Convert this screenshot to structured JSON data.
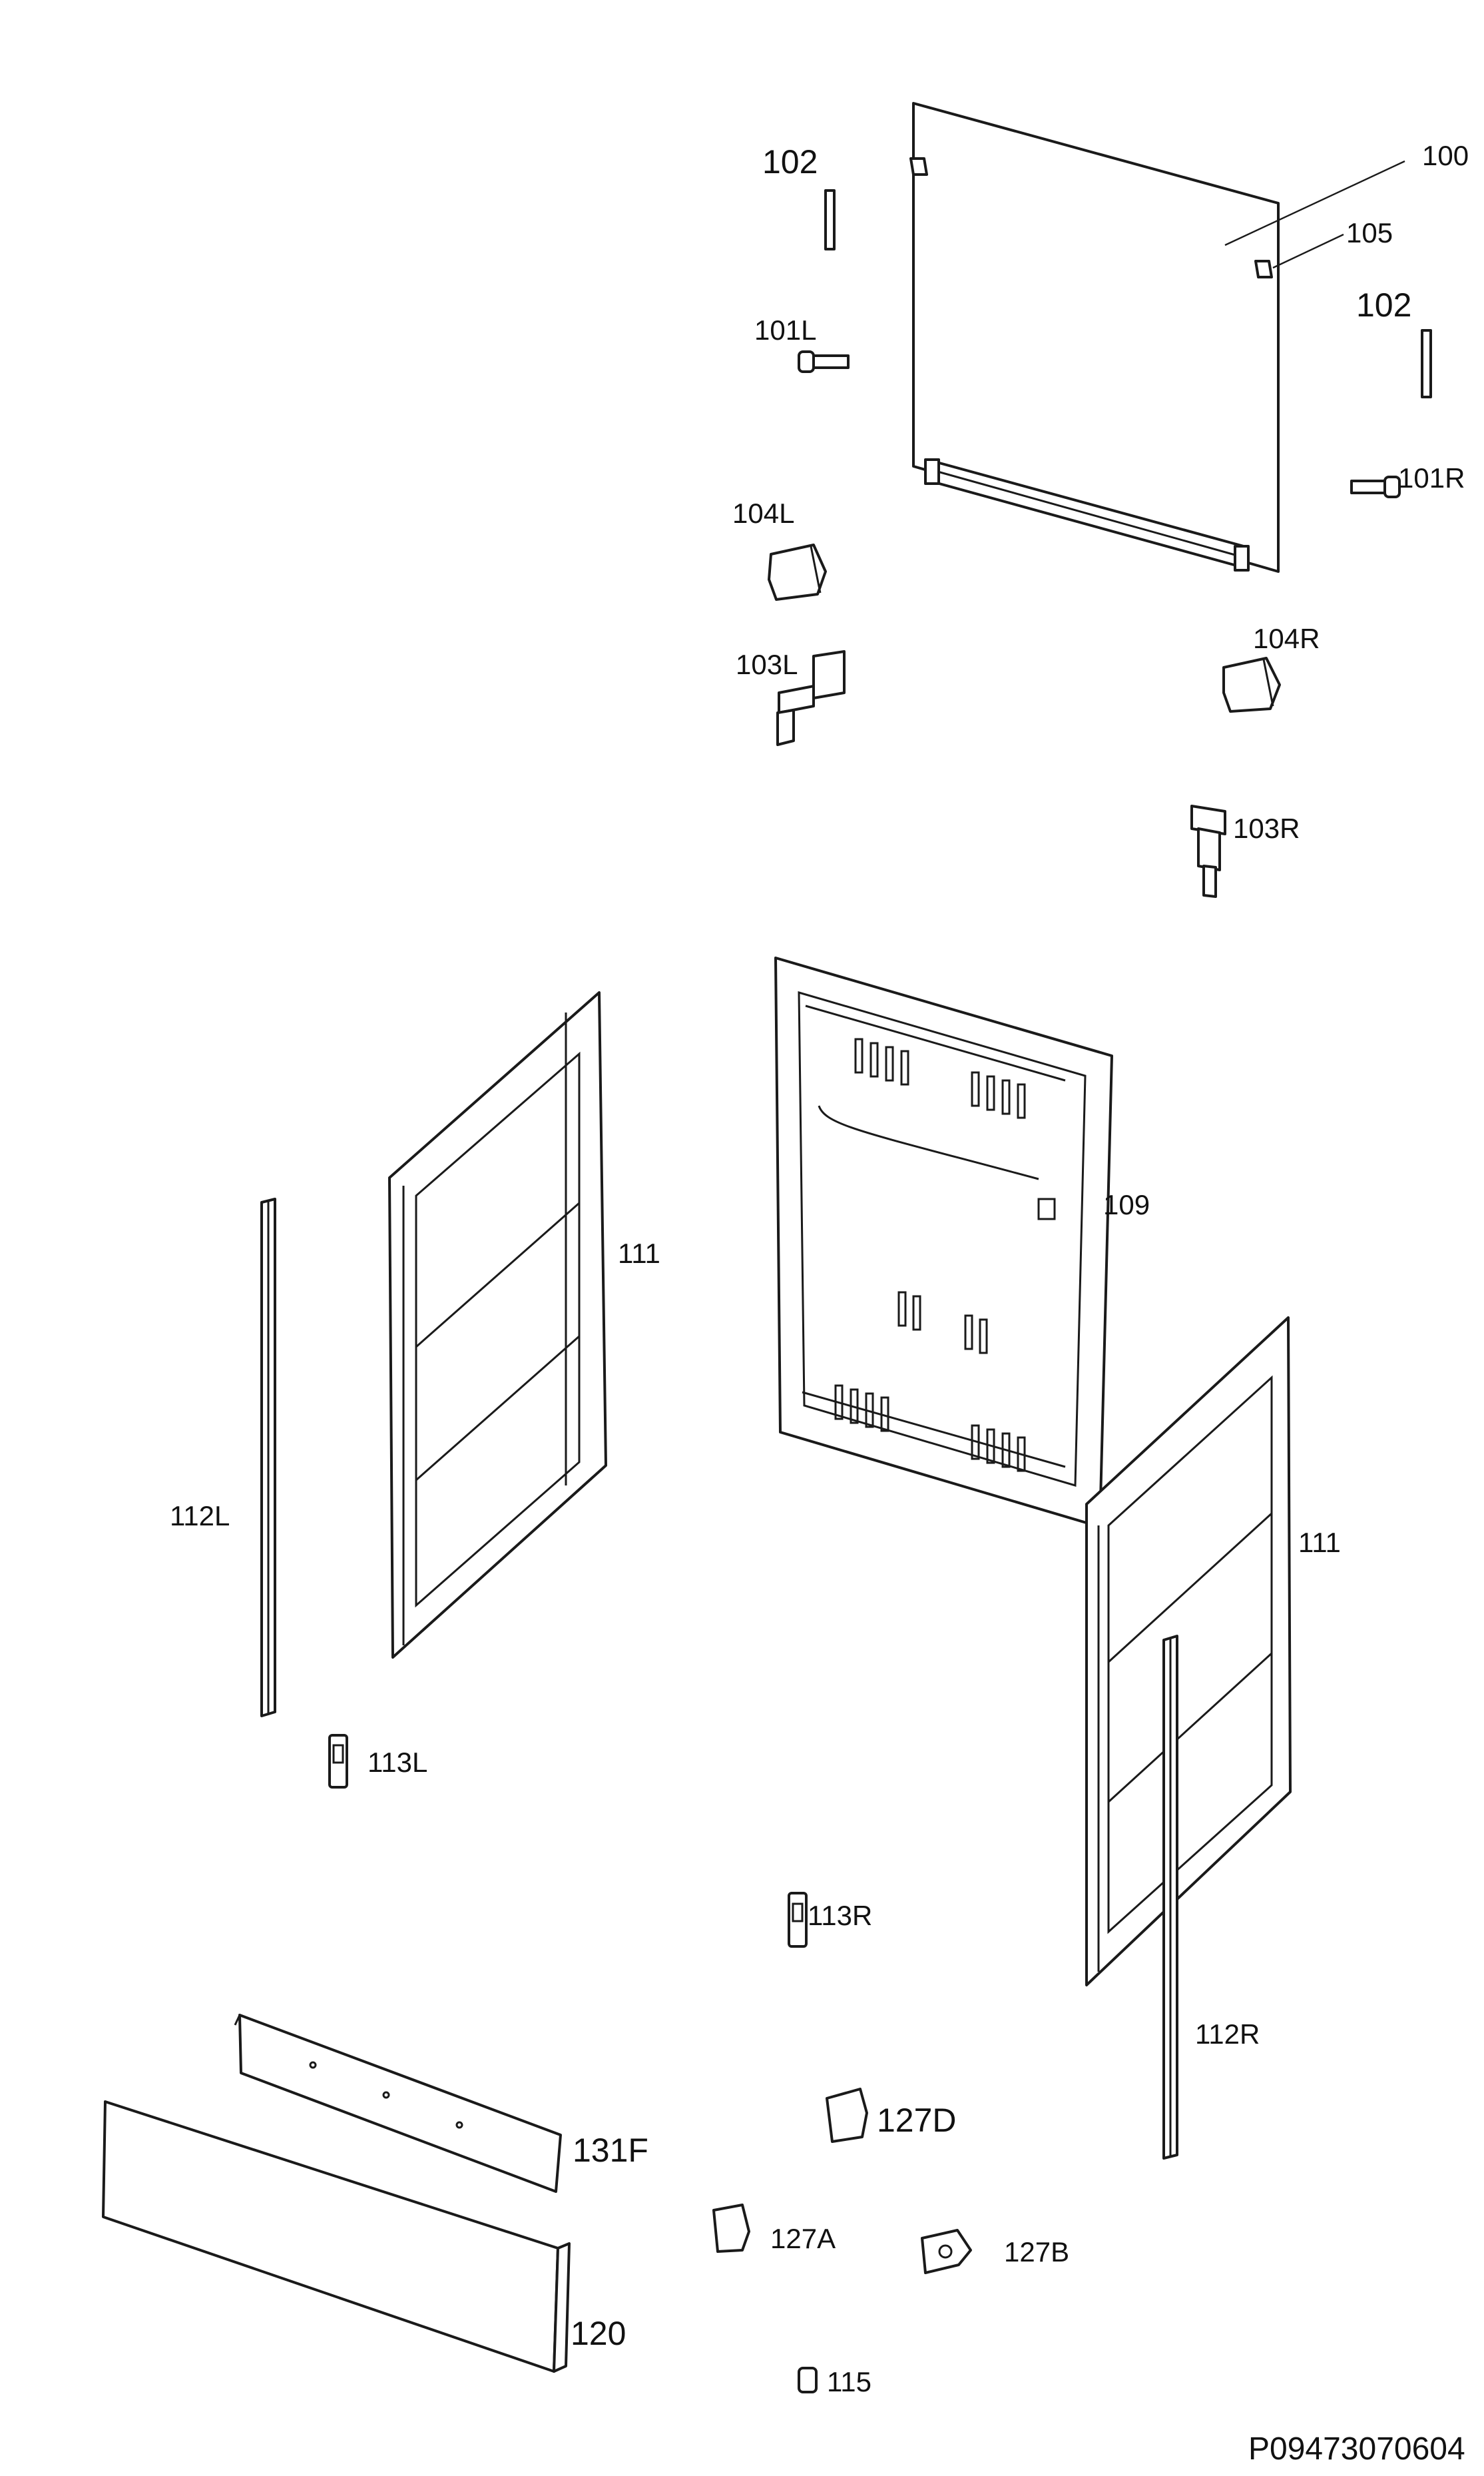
{
  "drawing_number": "P09473070604",
  "labels": {
    "l100": "100",
    "l102a": "102",
    "l102b": "102",
    "l105": "105",
    "l101L": "101L",
    "l101R": "101R",
    "l104L": "104L",
    "l104R": "104R",
    "l103L": "103L",
    "l103R": "103R",
    "l109": "109",
    "l111a": "111",
    "l111b": "111",
    "l112L": "112L",
    "l112R": "112R",
    "l113L": "113L",
    "l113R": "113R",
    "l131F": "131F",
    "l127D": "127D",
    "l127A": "127A",
    "l127B": "127B",
    "l120": "120",
    "l115": "115"
  }
}
